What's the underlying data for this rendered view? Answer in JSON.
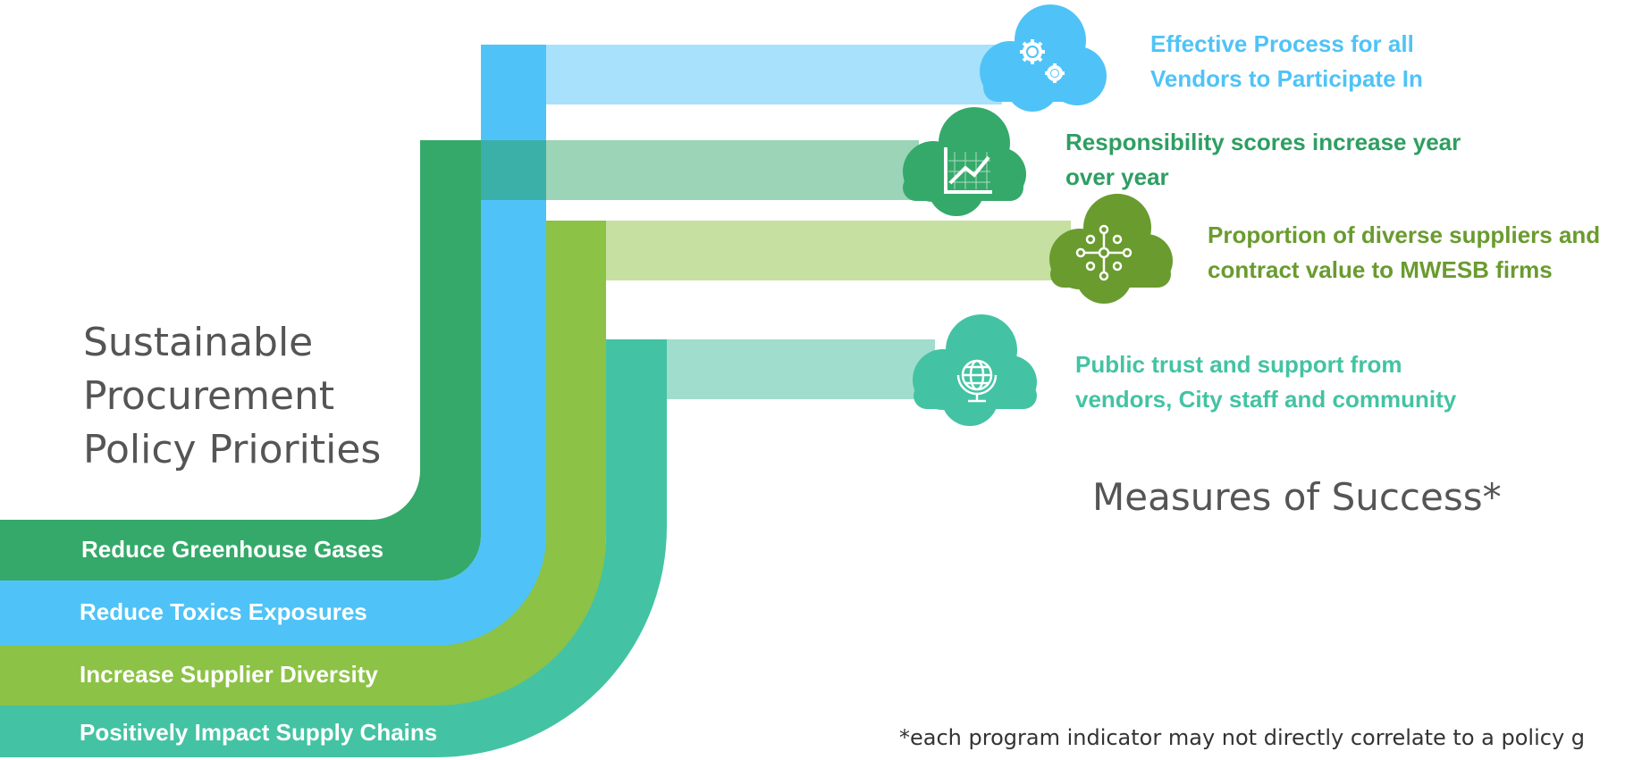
{
  "title": {
    "line1": "Sustainable",
    "line2": "Procurement",
    "line3": "Policy Priorities"
  },
  "priorities": [
    {
      "label": "Reduce Greenhouse Gases",
      "color": "#35a96a"
    },
    {
      "label": "Reduce Toxics Exposures",
      "color": "#4fc3f7"
    },
    {
      "label": "Increase Supplier Diversity",
      "color": "#8cc245"
    },
    {
      "label": "Positively Impact Supply Chains",
      "color": "#43c3a3"
    }
  ],
  "measures": [
    {
      "line1": "Effective Process for all",
      "line2": "Vendors to Participate In",
      "color": "#4fc3f7",
      "icon": "gears-icon"
    },
    {
      "line1": "Responsibility scores increase year",
      "line2": "over year",
      "color": "#2e9e62",
      "icon": "line-chart-icon"
    },
    {
      "line1": "Proportion of diverse suppliers and",
      "line2": "contract value to MWESB firms",
      "color": "#6a9b2f",
      "icon": "network-icon"
    },
    {
      "line1": "Public trust and support from",
      "line2": "vendors, City staff and community",
      "color": "#43c3a3",
      "icon": "globe-icon"
    }
  ],
  "measures_title": "Measures of Success*",
  "footnote": "*each program indicator may not directly correlate to a policy g"
}
